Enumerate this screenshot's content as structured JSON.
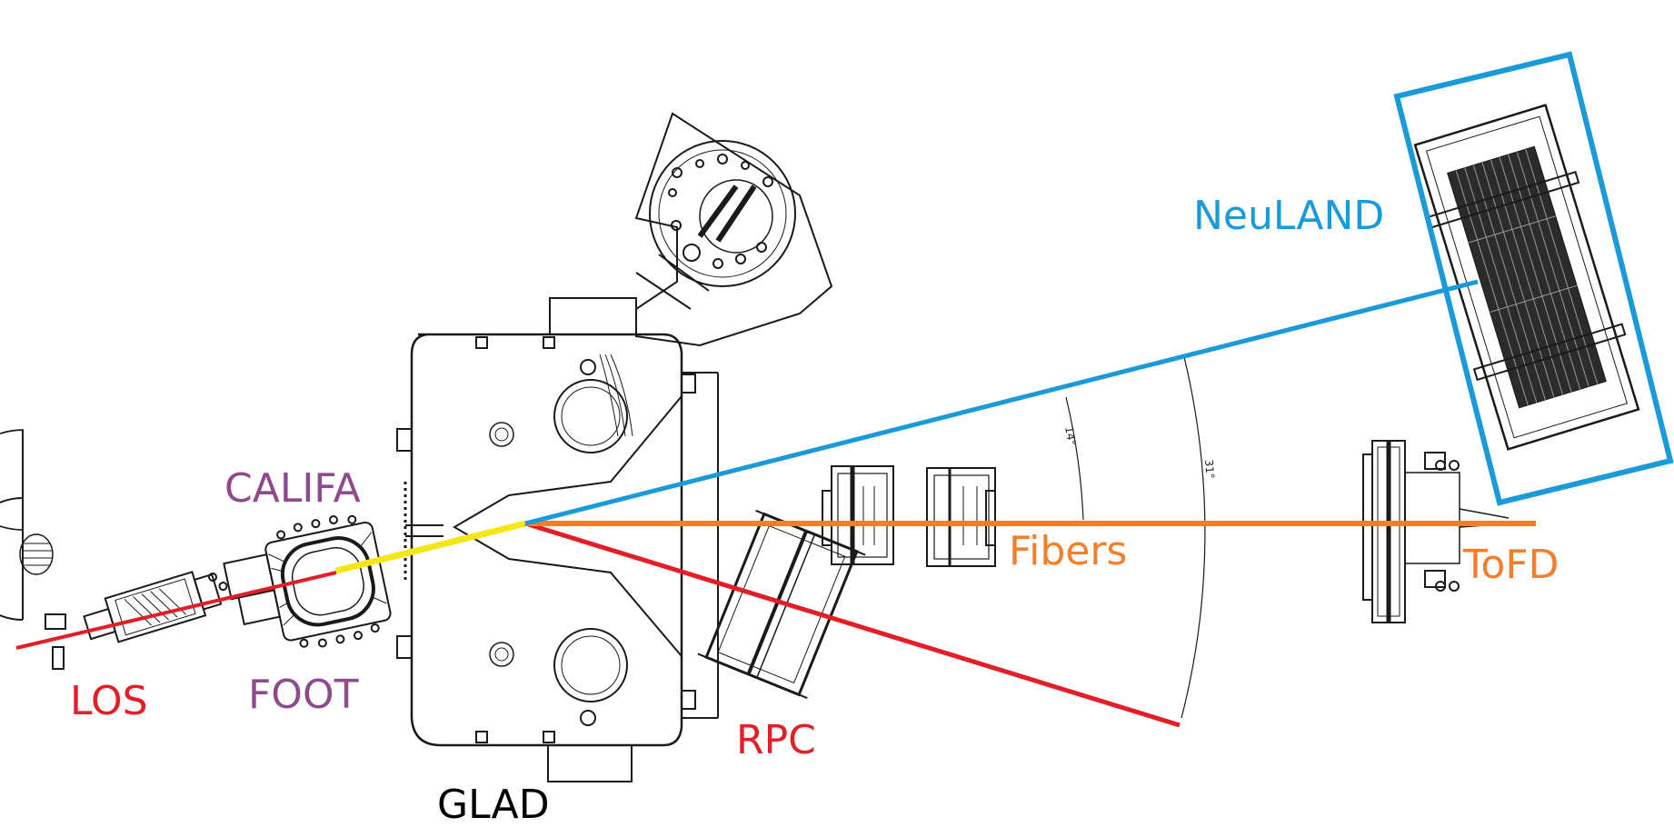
{
  "labels": {
    "neuland": "NeuLAND",
    "califa": "CALIFA",
    "fibers": "Fibers",
    "tofd": "ToFD",
    "los": "LOS",
    "foot": "FOOT",
    "rpc": "RPC",
    "glad": "GLAD"
  },
  "angles": {
    "inner": "14°",
    "outer": "31°"
  },
  "colors": {
    "neuland": "#1a9ad9",
    "califa": "#8e4a8c",
    "foot": "#8e4a8c",
    "fibers": "#f47e2a",
    "tofd": "#f47e2a",
    "los": "#e21f26",
    "rpc": "#e21f26",
    "glad": "#000000",
    "target_track": "#f5e61a",
    "drawing": "#1a1a1a"
  }
}
